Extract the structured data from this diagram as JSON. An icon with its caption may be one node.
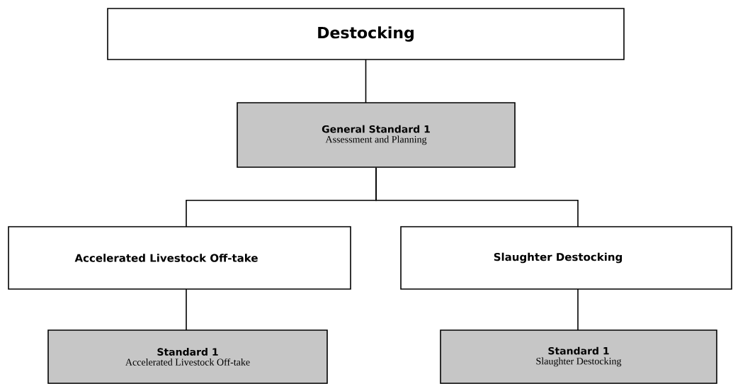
{
  "diagram": {
    "nodes": [
      {
        "text": [
          "Destocking"
        ]
      },
      {
        "text": [
          "General Standard 1",
          "Assessment and Planning"
        ]
      },
      {
        "text": [
          "Accelerated Livestock Off-take"
        ]
      },
      {
        "text": [
          "Slaughter Destocking"
        ]
      },
      {
        "text": [
          "Standard 1",
          "Accelerated Livestock Off-take"
        ]
      },
      {
        "text": [
          "Standard 1",
          "Slaughter Destocking"
        ]
      }
    ],
    "edges": [
      {
        "from": 0,
        "to": 1,
        "arrow": "none"
      },
      {
        "from": 1,
        "to": 2,
        "arrow": "none"
      },
      {
        "from": 1,
        "to": 3,
        "arrow": "none"
      },
      {
        "from": 2,
        "to": 4,
        "arrow": "none"
      },
      {
        "from": 3,
        "to": 5,
        "arrow": "none"
      }
    ]
  }
}
